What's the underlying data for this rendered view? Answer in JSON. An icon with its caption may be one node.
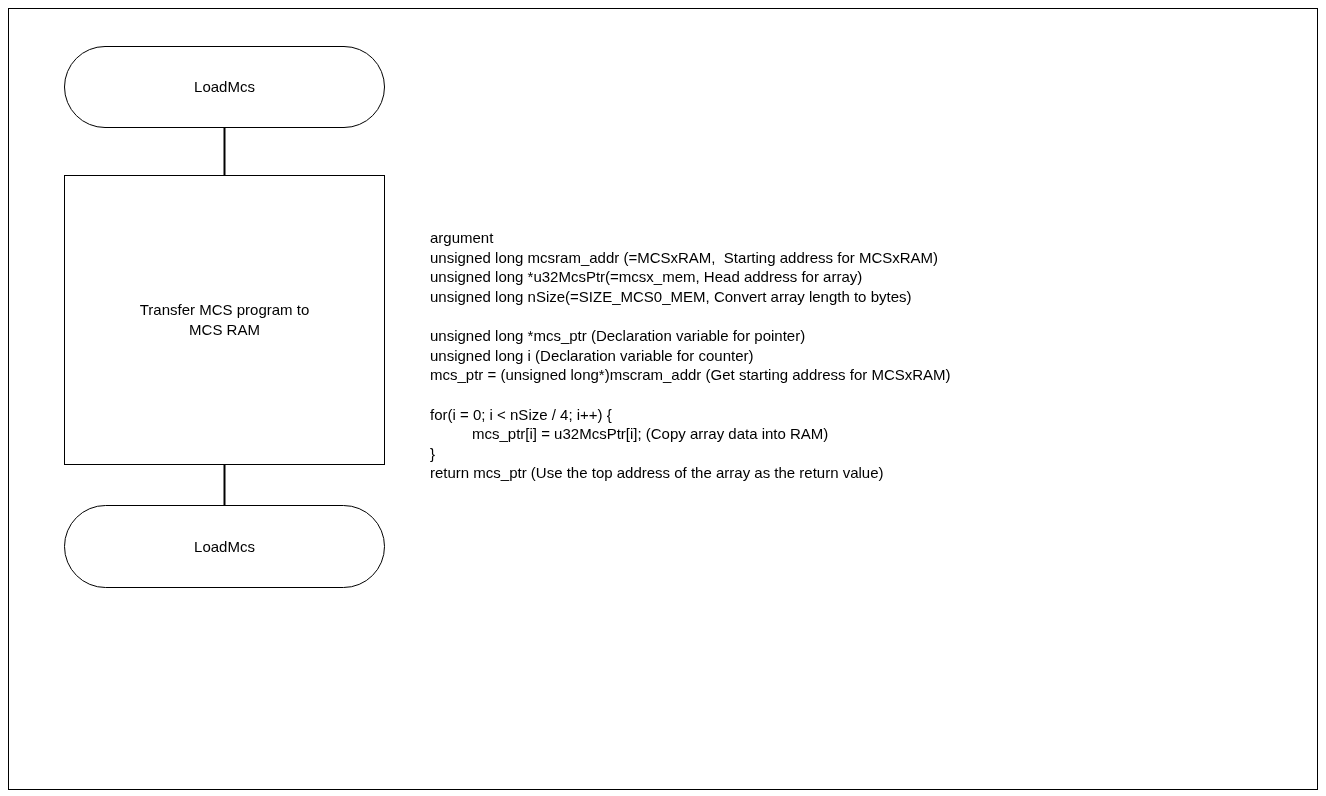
{
  "diagram": {
    "nodes": [
      {
        "text": [
          "LoadMcs"
        ]
      },
      {
        "text": [
          "Transfer MCS program to MCS RAM"
        ]
      },
      {
        "text": [
          "LoadMcs"
        ]
      }
    ],
    "edges": [
      {
        "from": 0,
        "to": 1,
        "arrow": "none"
      },
      {
        "from": 1,
        "to": 2,
        "arrow": "none"
      }
    ],
    "labels": [
      "argument",
      "unsigned long mcsram_addr (=MCSxRAM,  Starting address for MCSxRAM)",
      "unsigned long *u32McsPtr(=mcsx_mem, Head address for array)",
      "unsigned long nSize(=SIZE_MCS0_MEM, Convert array length to bytes)",
      "unsigned long *mcs_ptr (Declaration variable for pointer)",
      "unsigned long i (Declaration variable for counter)",
      "mcs_ptr = (unsigned long*)mscram_addr (Get starting address for MCSxRAM)",
      "for(i = 0; i < nSize / 4; i++) {",
      "mcs_ptr[i] = u32McsPtr[i]; (Copy array data into RAM)",
      "}",
      "return mcs_ptr (Use the top address of the array as the return value)"
    ]
  }
}
